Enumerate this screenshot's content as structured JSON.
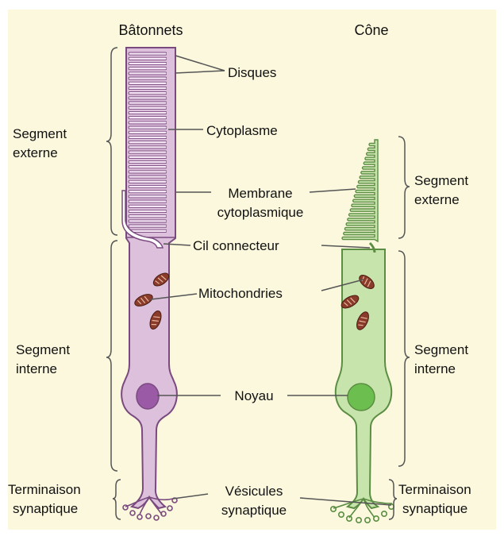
{
  "colors": {
    "background": "#fbf8dd",
    "rod_fill": "#dcc0dc",
    "rod_stroke": "#7a4a7f",
    "rod_nucleus": "#9b5aa5",
    "cone_fill": "#c8e4ad",
    "cone_stroke": "#5b8d43",
    "cone_nucleus": "#6cbf4e",
    "mitochondria": "#8a3b2a",
    "lines": "#555555"
  },
  "titles": {
    "rod": "Bâtonnets",
    "cone": "Cône"
  },
  "labels": {
    "disques": "Disques",
    "cytoplasme": "Cytoplasme",
    "membrane_l1": "Membrane",
    "membrane_l2": "cytoplasmique",
    "cil": "Cil connecteur",
    "mito": "Mitochondries",
    "noyau": "Noyau",
    "vesicules_l1": "Vésicules",
    "vesicules_l2": "synaptique"
  },
  "left_regions": {
    "ext_l1": "Segment",
    "ext_l2": "externe",
    "int_l1": "Segment",
    "int_l2": "interne",
    "term_l1": "Terminaison",
    "term_l2": "synaptique"
  },
  "right_regions": {
    "ext_l1": "Segment",
    "ext_l2": "externe",
    "int_l1": "Segment",
    "int_l2": "interne",
    "term_l1": "Terminaison",
    "term_l2": "synaptique"
  }
}
